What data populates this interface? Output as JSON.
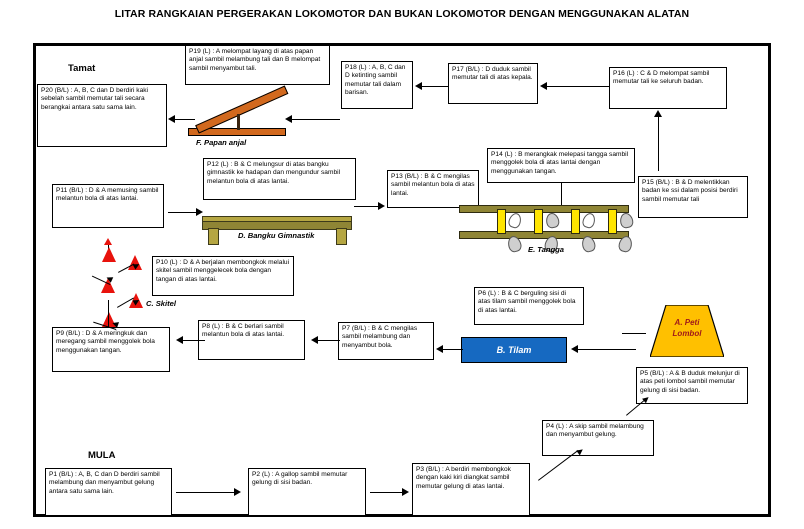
{
  "title": "LITAR RANGKAIAN PERGERAKAN LOKOMOTOR DAN BUKAN LOKOMOTOR DENGAN MENGGUNAKAN ALATAN",
  "markers": {
    "start": "MULA",
    "end": "Tamat"
  },
  "apparatus": {
    "tilam": "B. Tilam",
    "peti_lombol_line1": "A. Peti",
    "peti_lombol_line2": "Lombol",
    "skitel": "C. Skitel",
    "bangku": "D. Bangku Gimnastik",
    "tangga": "E. Tangga",
    "papan_anjal": "F. Papan anjal"
  },
  "colors": {
    "tilam_fill": "#1669c1",
    "tilam_text": "#ffffff",
    "peti_fill": "#ffc000",
    "peti_text": "#a01a1a",
    "skittle_fill": "#e8120c",
    "bench_fill": "#b5a642",
    "ladder_rail": "#8f8535",
    "ladder_rung": "#ffe500",
    "papan_fill": "#d2691e",
    "frame_border": "#000000",
    "box_border": "#000000",
    "page_bg": "#ffffff"
  },
  "stations": [
    {
      "id": "P1",
      "code": "P1 (B/L) :",
      "text": "P1 (B/L) : A, B, C dan D berdiri sambil melambung dan menyambut gelung antara satu sama lain."
    },
    {
      "id": "P2",
      "code": "P2 (L) :",
      "text": "P2 (L) : A gallop sambil memutar gelung di sisi badan."
    },
    {
      "id": "P3",
      "code": "P3 (B/L) :",
      "text": "P3 (B/L) : A berdiri membongkok dengan kaki kiri diangkat sambil memutar gelung di atas lantai."
    },
    {
      "id": "P4",
      "code": "P4 (L) :",
      "text": "P4 (L) : A skip sambil melambung dan menyambut gelung."
    },
    {
      "id": "P5",
      "code": "P5 (B/L) :",
      "text": "P5 (B/L) : A & B duduk melunjur di atas peti lombol sambil memutar gelung di sisi badan."
    },
    {
      "id": "P6",
      "code": "P6 (L) :",
      "text": "P6 (L) : B & C berguling sisi di atas tilam sambil menggolek bola di atas lantai."
    },
    {
      "id": "P7",
      "code": "P7 (B/L) :",
      "text": "P7 (B/L) : B & C mengilas sambil melambung dan menyambut bola."
    },
    {
      "id": "P8",
      "code": "P8 (L) :",
      "text": "P8 (L) : B &  C berlari sambil melantun bola di atas lantai."
    },
    {
      "id": "P9",
      "code": "P9 (B/L) :",
      "text": "P9 (B/L) : D & A meringkuk dan meregang sambil menggolek bola menggunakan tangan."
    },
    {
      "id": "P10",
      "code": "P10 (L) :",
      "text": "P10 (L) : D & A berjalan membongkok melalui skitel sambil menggelecek bola dengan tangan di atas lantai."
    },
    {
      "id": "P11",
      "code": "P11 (B/L) :",
      "text": "P11 (B/L) : D & A memusing sambil melantun bola di atas lantai."
    },
    {
      "id": "P12",
      "code": "P12 (L) :",
      "text": "P12 (L) : B & C melungsur di atas bangku gimnastik ke hadapan dan mengundur sambil melantun bola di atas lantai."
    },
    {
      "id": "P13",
      "code": "P13 (B/L) :",
      "text": "P13 (B/L) : B & C mengilas sambil melantun bola di atas lantai."
    },
    {
      "id": "P14",
      "code": "P14 (L) :",
      "text": "P14 (L) : B merangkak melepasi tangga sambil menggolek bola di atas lantai dengan menggunakan tangan."
    },
    {
      "id": "P15",
      "code": "P15 (B/L) :",
      "text": "P15 (B/L) : B & D melentikkan badan ke ssi dalam posisi berdiri sambil memutar tali"
    },
    {
      "id": "P16",
      "code": "P16 (L) :",
      "text": "P16 (L) : C & D melompat sambil memutar tali ke seluruh badan."
    },
    {
      "id": "P17",
      "code": "P17 (B/L) :",
      "text": "P17 (B/L) : D duduk sambil memutar tali di atas kepala."
    },
    {
      "id": "P18",
      "code": "P18 (L) :",
      "text": "P18 (L) : A, B, C dan D ketinting sambil memutar tali dalam barisan."
    },
    {
      "id": "P19",
      "code": "P19 (L) :",
      "text": "P19 (L) : A melompat layang di atas papan anjal sambil melambung tali dan B melompat sambil menyambut tali."
    },
    {
      "id": "P20",
      "code": "P20 (B/L) :",
      "text": "P20 (B/L) : A, B, C dan D berdiri kaki sebelah sambil memutar tali secara berangkai antara satu sama lain."
    }
  ]
}
